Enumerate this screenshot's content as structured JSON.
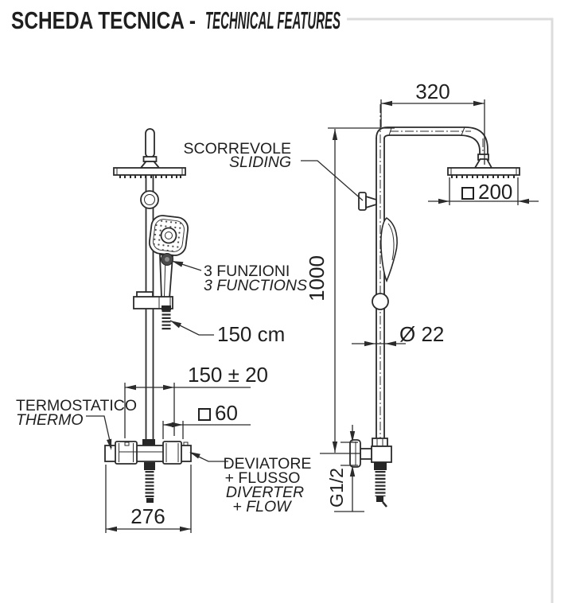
{
  "header": {
    "title_it": "SCHEDA TECNICA -",
    "title_en": "TECHNICAL FEATURES"
  },
  "front_view": {
    "labels": {
      "functions_it": "3 FUNZIONI",
      "functions_en": "3 FUNCTIONS",
      "hose_length": "150 cm",
      "thermo_it": "TERMOSTATICO",
      "thermo_en": "THERMO",
      "diverter_it_1": "DEVIATORE",
      "diverter_it_2": "+ FLUSSO",
      "diverter_en_1": "DIVERTER",
      "diverter_en_2": "+ FLOW"
    },
    "dimensions": {
      "inlet_spacing": "150 ± 20",
      "knob_size": "60",
      "body_width": "276"
    }
  },
  "side_view": {
    "labels": {
      "sliding_it": "SCORREVOLE",
      "sliding_en": "SLIDING"
    },
    "dimensions": {
      "arm_projection": "320",
      "head_size": "200",
      "column_height": "1000",
      "pipe_diameter": "Ø 22",
      "connection_thread": "G1/2"
    }
  },
  "colors": {
    "line": "#2b2b2b",
    "frame": "#dcdcdc",
    "title_primary": "#3d3d3d",
    "title_secondary": "#939393"
  }
}
